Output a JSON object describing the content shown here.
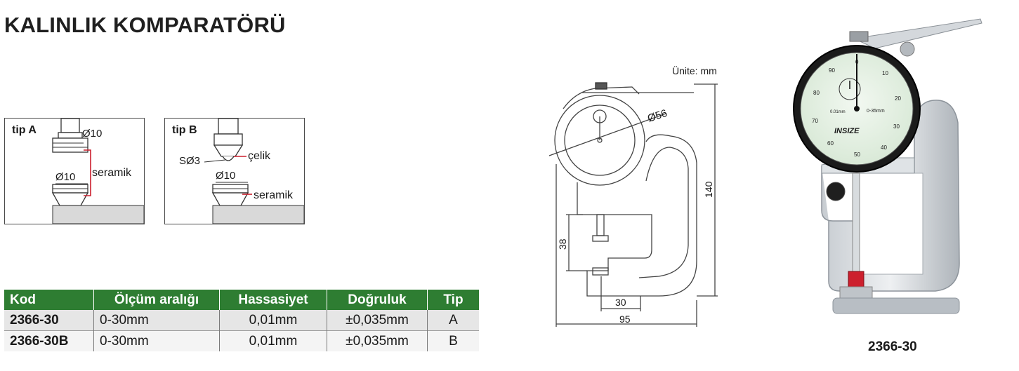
{
  "title": "KALINLIK KOMPARATÖRÜ",
  "tips": [
    {
      "label": "tip A",
      "upper_diameter": "Ø10",
      "lower_diameter": "Ø10",
      "material": "seramik"
    },
    {
      "label": "tip B",
      "upper_radius": "SØ3",
      "upper_material": "çelik",
      "lower_diameter": "Ø10",
      "lower_material": "seramik"
    }
  ],
  "table": {
    "headers": [
      "Kod",
      "Ölçüm aralığı",
      "Hassasiyet",
      "Doğruluk",
      "Tip"
    ],
    "rows": [
      [
        "2366-30",
        "0-30mm",
        "0,01mm",
        "±0,035mm",
        "A"
      ],
      [
        "2366-30B",
        "0-30mm",
        "0,01mm",
        "±0,035mm",
        "B"
      ]
    ]
  },
  "drawing": {
    "units": "Ünite: mm",
    "dial_diameter": "Ø56",
    "height": "140",
    "throat_depth": "38",
    "anvil_offset": "30",
    "width": "95"
  },
  "photo": {
    "caption": "2366-30",
    "brand": "INSIZE",
    "dial_scale_note": "0-35mm",
    "dial_resolution": "0.01mm",
    "dial_numbers": [
      "0",
      "10",
      "20",
      "30",
      "40",
      "50",
      "60",
      "70",
      "80",
      "90"
    ]
  },
  "colors": {
    "header_green": "#2e7d32",
    "accent_red": "#cc1f2d"
  }
}
